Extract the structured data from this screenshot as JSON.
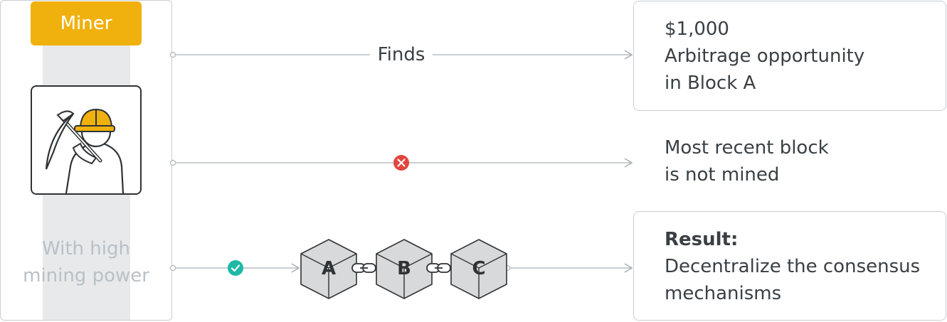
{
  "miner": {
    "badge_label": "Miner",
    "caption_line1": "With high",
    "caption_line2": "mining power"
  },
  "edges": {
    "finds_label": "Finds"
  },
  "outcomes": {
    "opportunity": {
      "line1": "$1,000",
      "line2": "Arbitrage opportunity",
      "line3": "in Block A"
    },
    "not_mined": {
      "line1": "Most recent block",
      "line2": "is not mined"
    },
    "result": {
      "heading": "Result:",
      "line1": "Decentralize the consensus",
      "line2": "mechanisms"
    }
  },
  "blocks": [
    "A",
    "B",
    "C"
  ],
  "colors": {
    "accent": "#f0b10e",
    "error": "#e2463f",
    "success": "#1eb8a6",
    "border": "#c9cfd4",
    "block_fill": "#d7d9db"
  },
  "icons": {
    "fail": "x-circle-icon",
    "ok": "check-circle-icon",
    "link": "chain-link-icon"
  }
}
